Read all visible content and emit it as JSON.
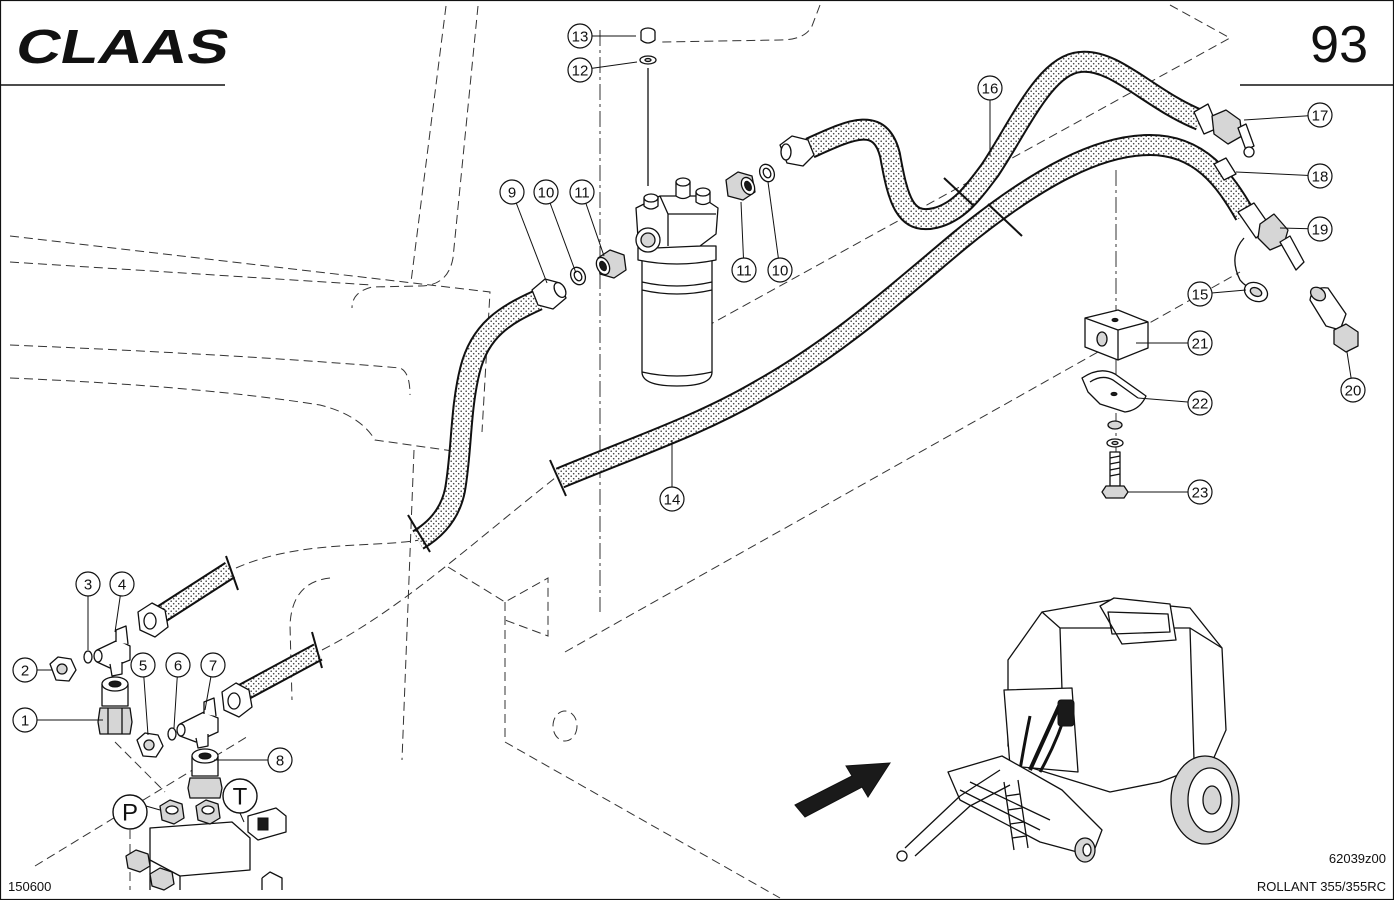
{
  "brand": {
    "logo_text": "CLAAS"
  },
  "page_number": "93",
  "callouts": [
    "13",
    "12",
    "9",
    "10",
    "11",
    "11",
    "10",
    "16",
    "17",
    "18",
    "19",
    "15",
    "21",
    "22",
    "20",
    "23",
    "14",
    "3",
    "4",
    "2",
    "1",
    "5",
    "6",
    "7",
    "8"
  ],
  "ports": {
    "pressure": "P",
    "tank": "T"
  },
  "footer": {
    "date_code": "150600",
    "drawing_number": "62039z00",
    "model": "ROLLANT 355/355RC"
  }
}
